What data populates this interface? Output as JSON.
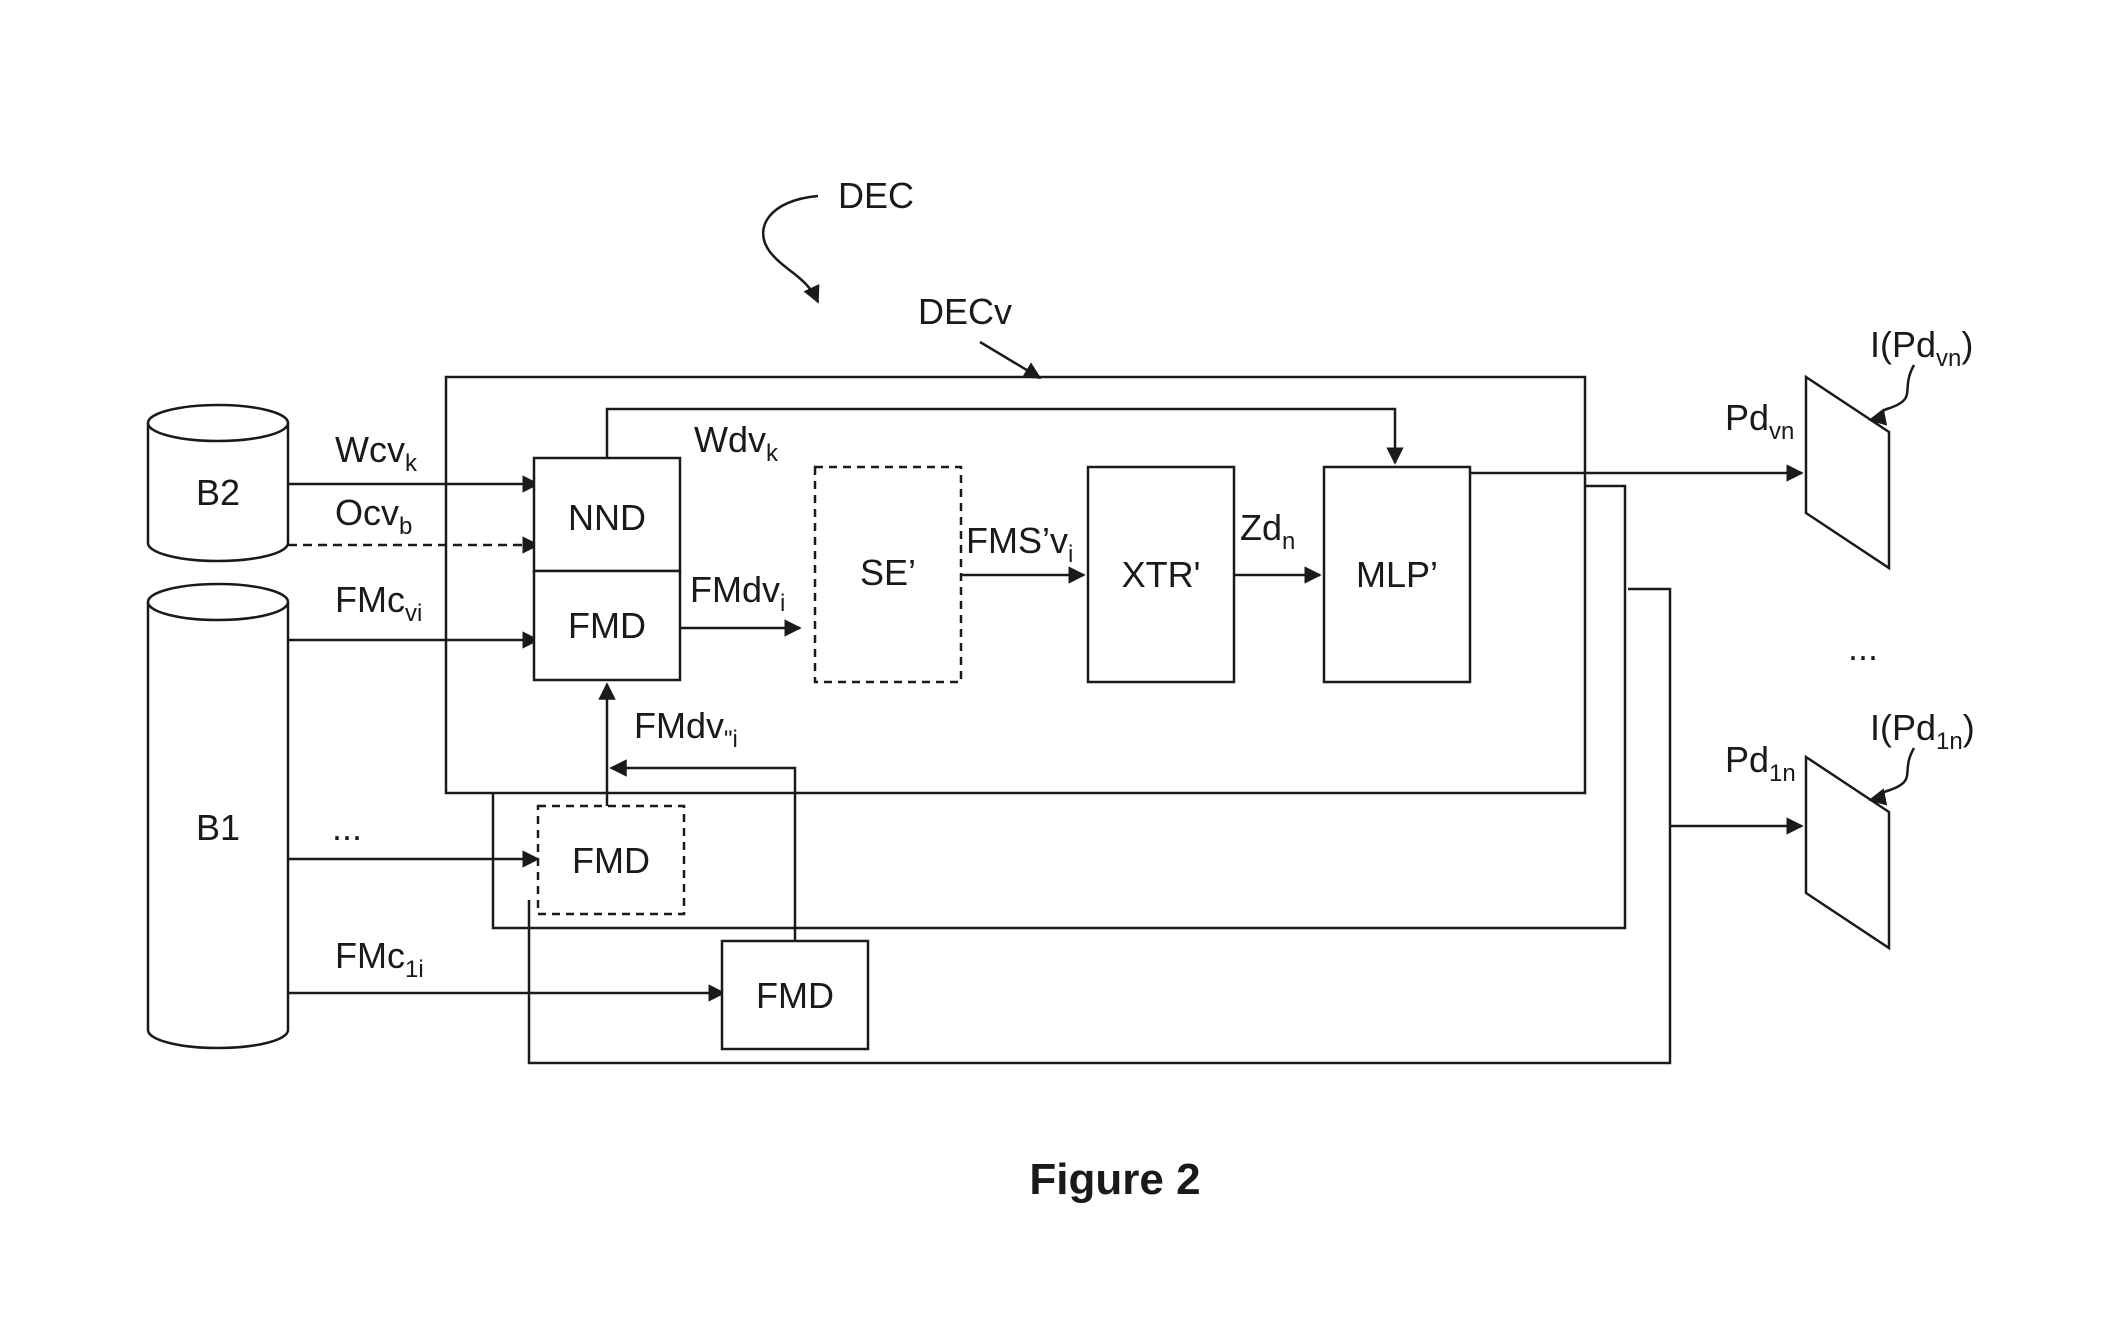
{
  "title": {
    "main": "DEC",
    "sub": "DECv"
  },
  "databases": {
    "b2": "B2",
    "b1": "B1"
  },
  "blocks": {
    "nnd": "NND",
    "fmd_top": "FMD",
    "fmd_mid": "FMD",
    "fmd_bottom": "FMD",
    "se": "SE’",
    "xtr": "XTR'",
    "mlp": "MLP’"
  },
  "signals": {
    "wcv": {
      "base": "Wcv",
      "sub": "k"
    },
    "ocv": {
      "base": "Ocv",
      "sub": "b"
    },
    "fmcv": {
      "base": "FMc",
      "sub": "vi"
    },
    "fmc1": {
      "base": "FMc",
      "sub": "1i"
    },
    "dots_b1": "...",
    "wdv": {
      "base": "Wdv",
      "sub": "k"
    },
    "fmdv": {
      "base": "FMdv",
      "sub": "i"
    },
    "fmdv_prev": {
      "base": "FMdv",
      "sub": "\"i"
    },
    "fmsv": {
      "base": "FMS’v",
      "sub": "i"
    },
    "zd": {
      "base": "Zd",
      "sub": "n"
    }
  },
  "outputs": {
    "pd_vn": {
      "base": "Pd",
      "sub": "vn"
    },
    "i_pd_vn": {
      "pre": "I(Pd",
      "sub": "vn",
      "post": ")"
    },
    "dots_out": "...",
    "pd_1n": {
      "base": "Pd",
      "sub": "1n"
    },
    "i_pd_1n": {
      "pre": "I(Pd",
      "sub": "1n",
      "post": ")"
    }
  },
  "caption": "Figure 2"
}
